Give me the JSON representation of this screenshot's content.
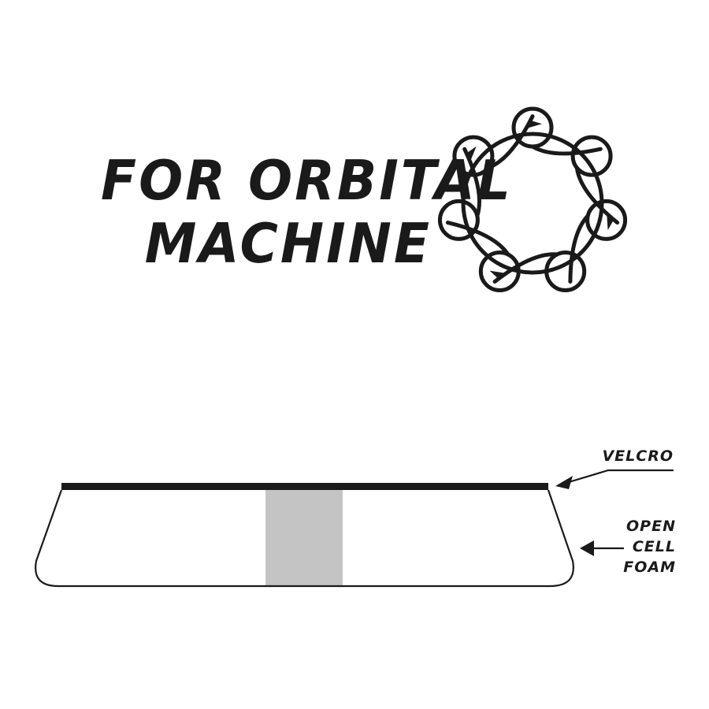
{
  "title": {
    "line1": "FOR ORBITAL",
    "line2": "MACHINE"
  },
  "orbital_icon": {
    "icon": "orbital-motion-icon",
    "loops": 7,
    "color": "#1a1a1a"
  },
  "diagram": {
    "labels": {
      "velcro": "VELCRO",
      "foam_line1": "OPEN",
      "foam_line2": "CELL",
      "foam_line3": "FOAM"
    },
    "colors": {
      "outline": "#1a1a1a",
      "center_band": "#c4c4c4",
      "velcro_layer": "#1a1a1a"
    }
  }
}
